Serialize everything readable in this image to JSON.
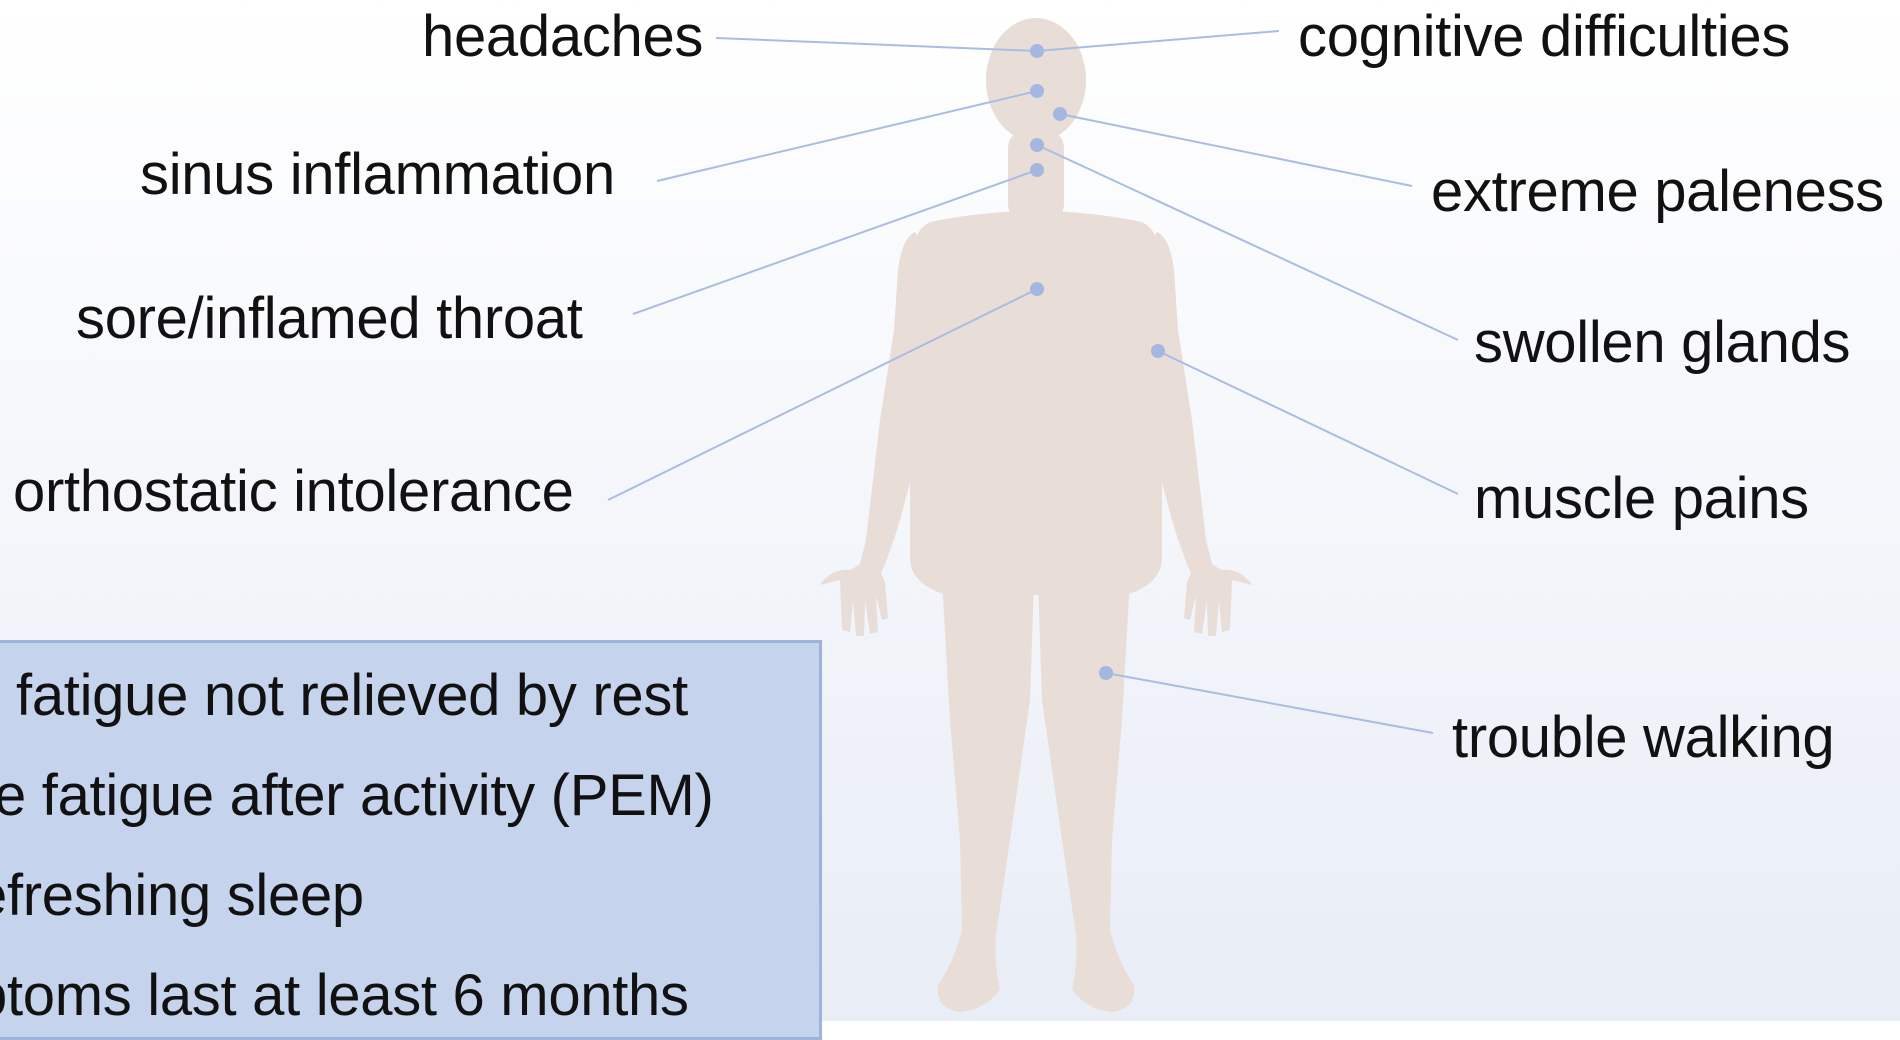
{
  "symptoms": {
    "headaches": "headaches",
    "cognitive": "cognitive difficulties",
    "sinus": "sinus inflammation",
    "paleness": "extreme paleness",
    "throat": "sore/inflamed throat",
    "glands": "swollen glands",
    "orthostatic": "orthostatic intolerance",
    "muscle": "muscle pains",
    "walking": "trouble walking"
  },
  "criteria": [
    "fatigue not relieved by rest",
    "re fatigue after activity (PEM)",
    "efreshing sleep",
    "ptoms last at least 6 months"
  ],
  "colors": {
    "silhouette": "#e9ddd8",
    "leader_line": "#a9bde3",
    "dot": "#a3b7e0",
    "box_fill": "#c6d3ec",
    "box_border": "#9eb2dc"
  }
}
